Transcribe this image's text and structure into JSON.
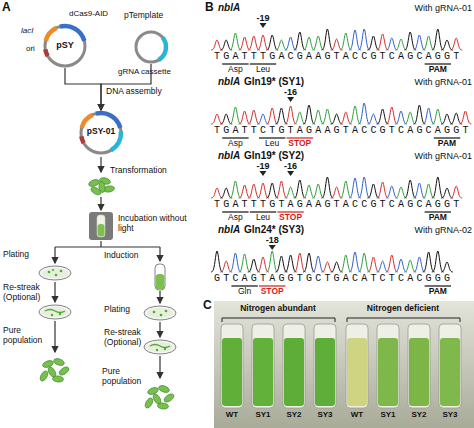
{
  "diagram": {
    "nodes": [
      {
        "text": [
          "pSY",
          "dCas9-AID",
          "lacI",
          "ori"
        ]
      },
      {
        "text": [
          "pTemplate",
          "gRNA cassette"
        ]
      },
      {
        "text": [
          "pSY-01"
        ]
      }
    ],
    "edges": [
      {
        "from": 0,
        "to": 2,
        "arrow": "to",
        "label": "DNA assembly"
      },
      {
        "from": 1,
        "to": 2,
        "arrow": "to"
      }
    ],
    "labels": [
      "A",
      "Transformation",
      "Incubation without light",
      "Plating",
      "Re-streak (Optional)",
      "Pure population",
      "Induction",
      "Plating",
      "Re-streak (Optional)",
      "Pure population",
      "B",
      "nblA",
      "With gRNA-01",
      "-19",
      "TGATTTGACGAAGTACCGTCAGCAGGT",
      "Asp",
      "Leu",
      "PAM",
      "nblA",
      "Gln19* (SY1)",
      "With gRNA-01",
      "-16",
      "TGATTCTGTAGAAGTACCGTCAGCAGGT",
      "Asp",
      "Leu",
      "STOP",
      "PAM",
      "nblA",
      "Gln19* (SY2)",
      "With gRNA-01",
      "-19",
      "-16",
      "TGATTTGTAGAAGTACCGTCAGCAGGT",
      "Asp",
      "Leu",
      "STOP",
      "PAM",
      "nblA",
      "Gln24* (SY3)",
      "With gRNA-02",
      "-18",
      "GTCAGTAGGTGCTGACATCTCACGGG",
      "Gln",
      "STOP",
      "PAM",
      "C",
      "Nitrogen abundant",
      "Nitrogen deficient",
      "WT",
      "SY1",
      "SY2",
      "SY3",
      "WT",
      "SY1",
      "SY2",
      "SY3"
    ]
  }
}
